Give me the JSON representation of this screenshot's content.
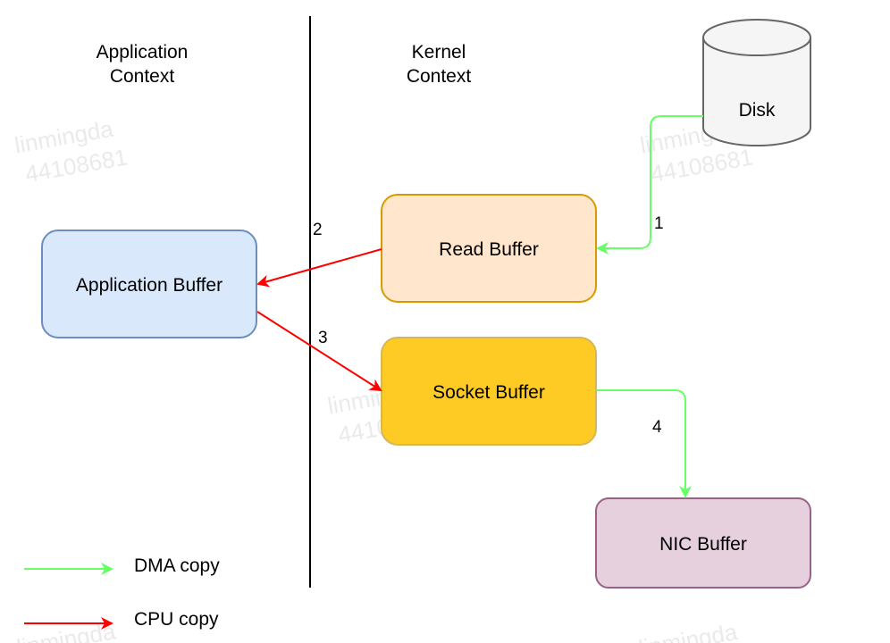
{
  "contexts": {
    "application": {
      "line1": "Application",
      "line2": "Context"
    },
    "kernel": {
      "line1": "Kernel",
      "line2": "Context"
    }
  },
  "nodes": {
    "disk": {
      "label": "Disk"
    },
    "read_buffer": {
      "label": "Read Buffer",
      "fill": "#ffe6cc",
      "stroke": "#d79b00"
    },
    "application_buffer": {
      "label": "Application Buffer",
      "fill": "#dae8fc",
      "stroke": "#6c8ebf"
    },
    "socket_buffer": {
      "label": "Socket Buffer",
      "fill": "#fdcb24",
      "stroke": "#d6b656"
    },
    "nic_buffer": {
      "label": "NIC Buffer",
      "fill": "#e6d0de",
      "stroke": "#996185"
    }
  },
  "steps": [
    "1",
    "2",
    "3",
    "4"
  ],
  "legend": {
    "dma": {
      "label": "DMA copy",
      "color": "#66ff66"
    },
    "cpu": {
      "label": "CPU copy",
      "color": "#ff0000"
    }
  },
  "watermark": {
    "line1": "linmingda",
    "line2": "44108681"
  }
}
